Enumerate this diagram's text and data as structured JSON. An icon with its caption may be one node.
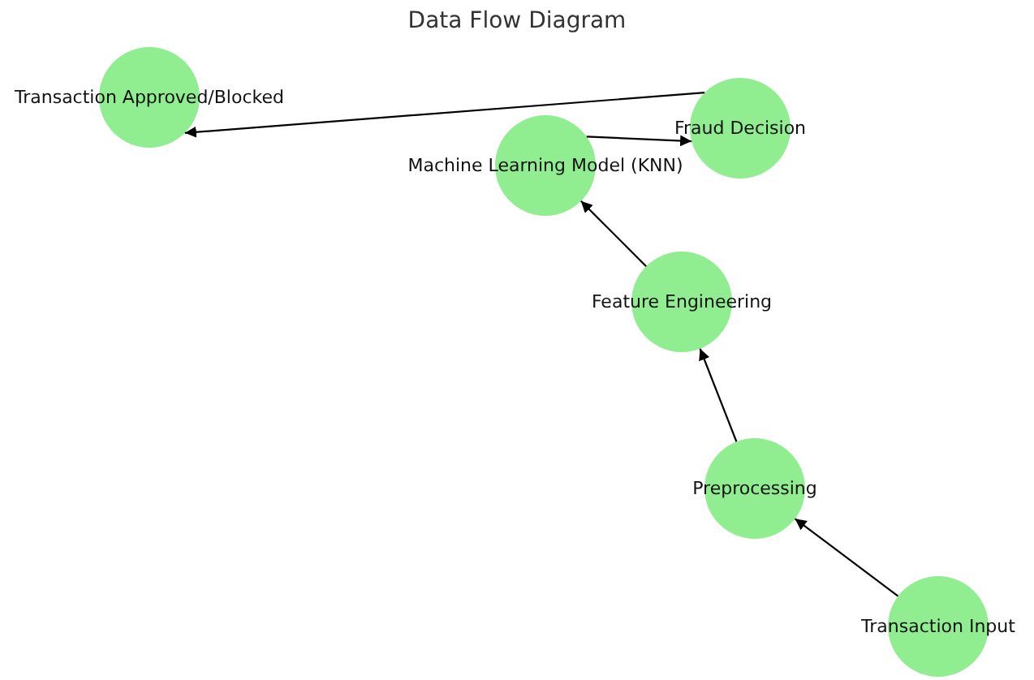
{
  "diagram": {
    "title": "Data Flow Diagram",
    "nodes": [
      {
        "text": [
          "Transaction Approved/Blocked"
        ]
      },
      {
        "text": [
          "Fraud Decision"
        ]
      },
      {
        "text": [
          "Machine Learning Model (KNN)"
        ]
      },
      {
        "text": [
          "Feature Engineering"
        ]
      },
      {
        "text": [
          "Preprocessing"
        ]
      },
      {
        "text": [
          "Transaction Input"
        ]
      }
    ],
    "edges": [
      {
        "from": 5,
        "to": 4,
        "arrow": "to"
      },
      {
        "from": 4,
        "to": 3,
        "arrow": "to"
      },
      {
        "from": 3,
        "to": 2,
        "arrow": "to"
      },
      {
        "from": 2,
        "to": 1,
        "arrow": "to"
      },
      {
        "from": 1,
        "to": 0,
        "arrow": "to"
      }
    ]
  }
}
